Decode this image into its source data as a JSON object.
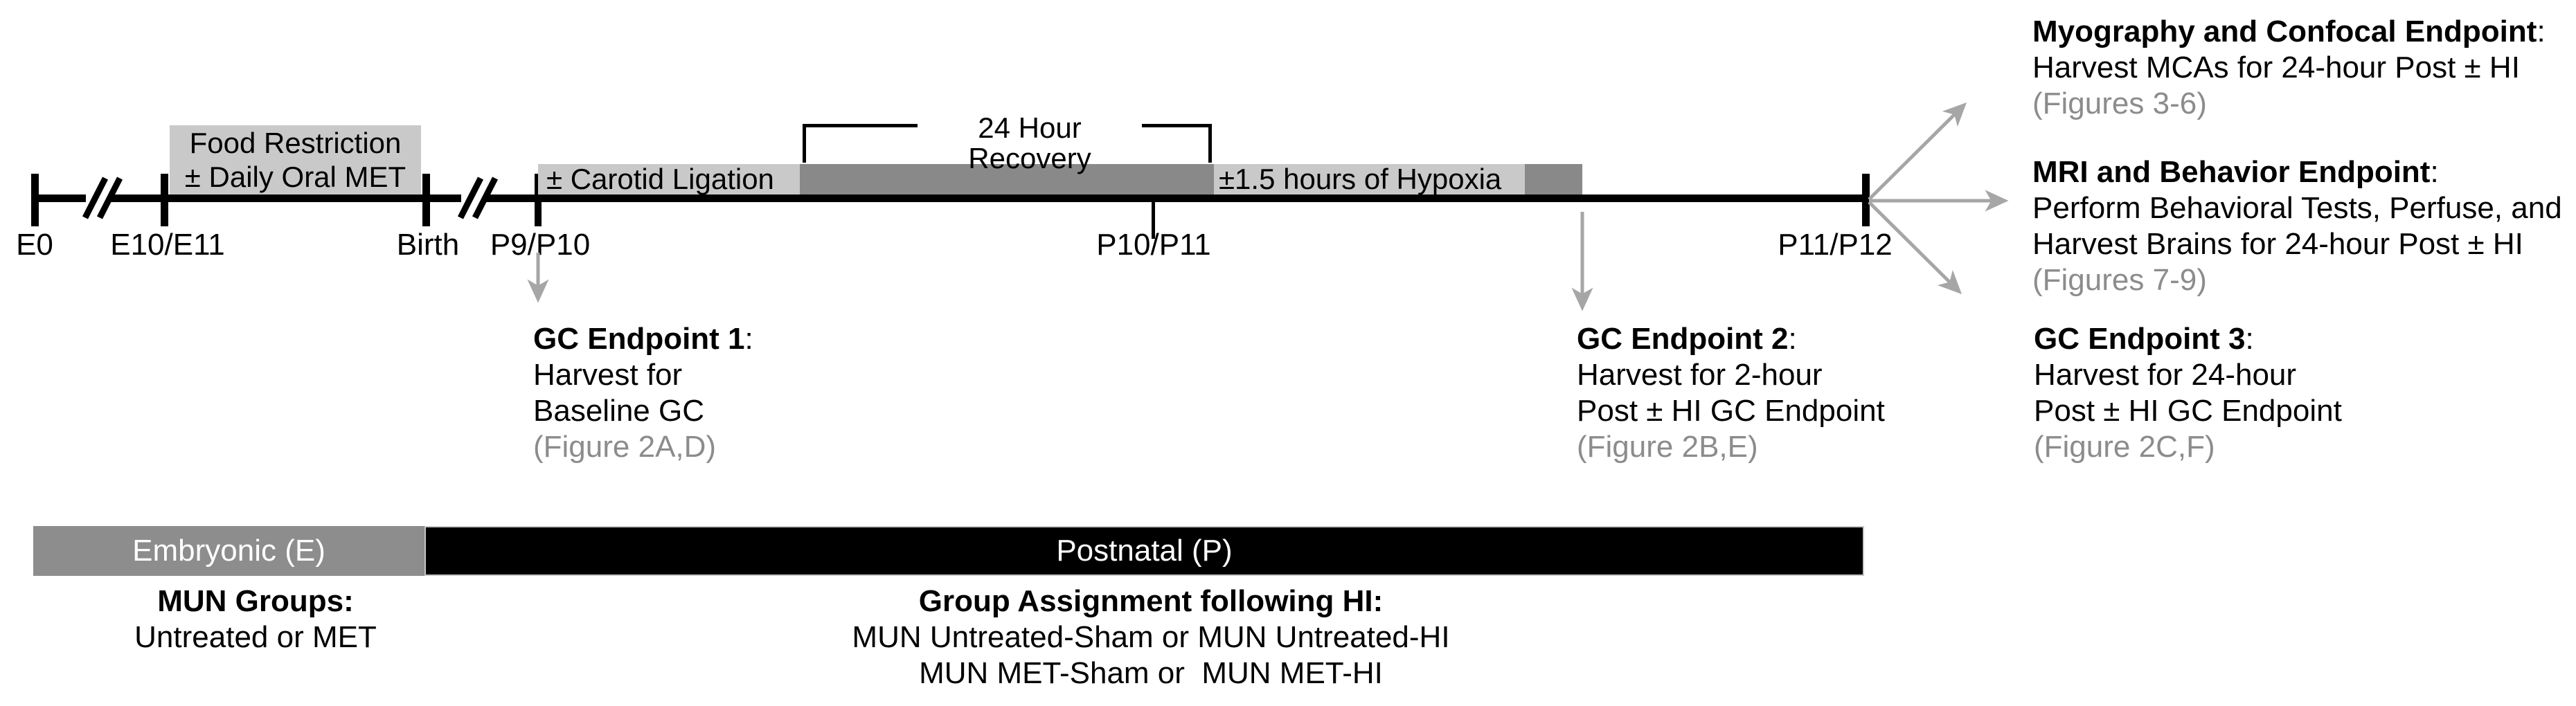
{
  "colors": {
    "box_light": "#c9c9c9",
    "box_dark": "#898989",
    "bar_gray": "#8d8d8d",
    "bar_black": "#000000",
    "fig_gray": "#8c8c8c",
    "arrow_gray": "#a6a6a6",
    "text": "#000000",
    "bg": "#ffffff"
  },
  "punct": {
    "colon": ":"
  },
  "timeline": {
    "tick_labels": [
      "E0",
      "E10/E11",
      "Birth",
      "P9/P10",
      "P10/P11",
      "P11/P12"
    ],
    "food_restriction_line1": "Food Restriction",
    "food_restriction_line2": "± Daily Oral MET",
    "carotid_label": "± Carotid Ligation",
    "recovery_label": "24 Hour Recovery",
    "hypoxia_label": "±1.5 hours of Hypoxia"
  },
  "endpoints": {
    "myography": {
      "title": "Myography and Confocal Endpoint",
      "lines": [
        "Harvest MCAs for 24-hour Post ± HI"
      ],
      "figure": "(Figures 3-6)"
    },
    "mri": {
      "title": "MRI and Behavior Endpoint",
      "lines": [
        "Perform Behavioral Tests, Perfuse, and",
        "Harvest Brains for 24-hour Post ± HI"
      ],
      "figure": "(Figures 7-9)"
    },
    "gc1": {
      "title": "GC Endpoint 1",
      "lines": [
        "Harvest for",
        "Baseline GC"
      ],
      "figure": "(Figure 2A,D)"
    },
    "gc2": {
      "title": "GC Endpoint 2",
      "lines": [
        "Harvest for 2-hour",
        "Post ± HI GC Endpoint"
      ],
      "figure": "(Figure 2B,E)"
    },
    "gc3": {
      "title": "GC Endpoint 3",
      "lines": [
        "Harvest for 24-hour",
        "Post ± HI GC Endpoint"
      ],
      "figure": "(Figure 2C,F)"
    }
  },
  "legend": {
    "embryonic": "Embryonic (E)",
    "postnatal": "Postnatal (P)"
  },
  "groups": {
    "mun_title": "MUN Groups:",
    "mun_line": "Untreated or MET",
    "assignment_title": "Group Assignment following HI:",
    "assignment_line1": "MUN Untreated-Sham or MUN Untreated-HI",
    "assignment_line2": "MUN MET-Sham or  MUN MET-HI"
  }
}
